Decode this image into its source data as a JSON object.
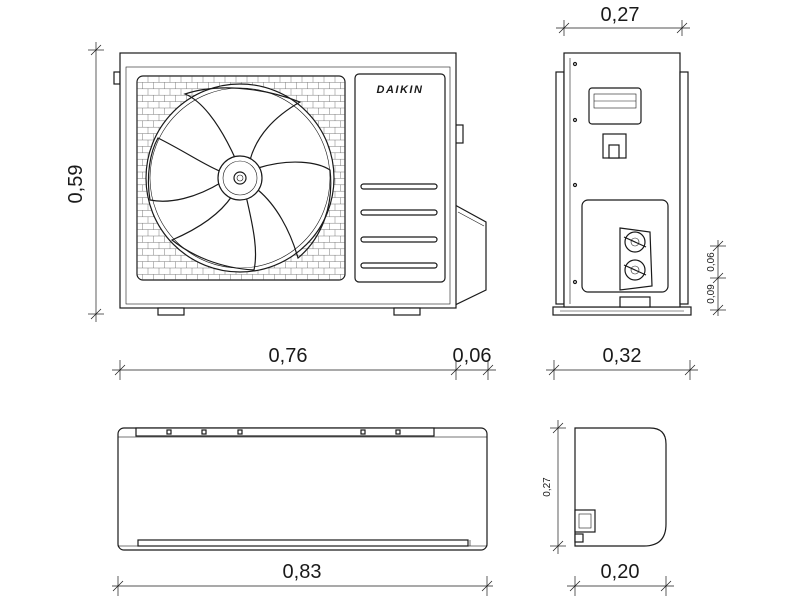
{
  "brand": "DAIKIN",
  "dimensions": {
    "outdoor_front_height": "0,59",
    "outdoor_front_width": "0,76",
    "outdoor_front_extra": "0,06",
    "outdoor_side_top": "0,27",
    "outdoor_side_depth": "0,32",
    "outdoor_side_small_upper": "0,06",
    "outdoor_side_small_lower": "0,09",
    "indoor_front_width": "0,83",
    "indoor_side_height": "0,27",
    "indoor_side_depth": "0,20"
  }
}
